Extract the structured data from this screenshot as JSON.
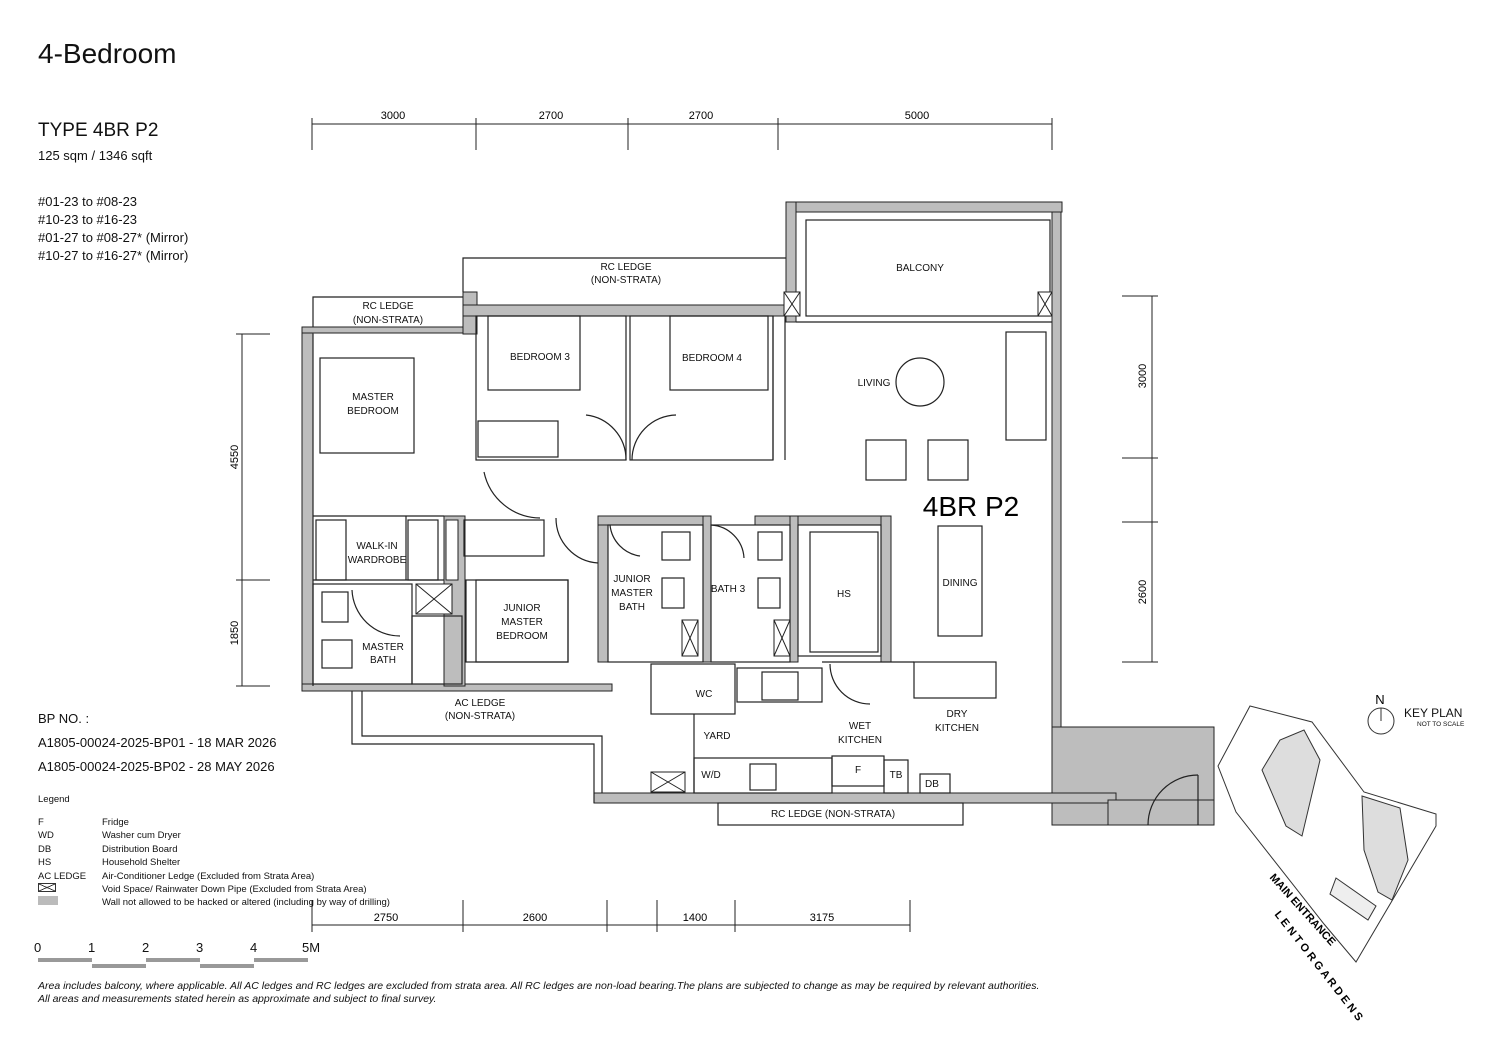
{
  "header": {
    "title": "4-Bedroom",
    "unit_type": "TYPE 4BR P2",
    "area": "125 sqm / 1346 sqft",
    "units": [
      "#01-23 to #08-23",
      "#10-23 to #16-23",
      "#01-27 to #08-27* (Mirror)",
      "#10-27 to #16-27* (Mirror)"
    ]
  },
  "plan": {
    "stamp": "4BR P2",
    "rooms": {
      "balcony": "BALCONY",
      "rc_ledge_top_1": "RC LEDGE",
      "rc_ledge_top_2": "(NON-STRATA)",
      "rc_ledge_left_1": "RC LEDGE",
      "rc_ledge_left_2": "(NON-STRATA)",
      "bedroom3": "BEDROOM 3",
      "bedroom4": "BEDROOM 4",
      "living": "LIVING",
      "master_bedroom_1": "MASTER",
      "master_bedroom_2": "BEDROOM",
      "walkin_1": "WALK-IN",
      "walkin_2": "WARDROBE",
      "junior_master_bedroom_1": "JUNIOR",
      "junior_master_bedroom_2": "MASTER",
      "junior_master_bedroom_3": "BEDROOM",
      "junior_master_bath_1": "JUNIOR",
      "junior_master_bath_2": "MASTER",
      "junior_master_bath_3": "BATH",
      "bath3": "BATH 3",
      "hs": "HS",
      "dining": "DINING",
      "master_bath_1": "MASTER",
      "master_bath_2": "BATH",
      "ac_ledge_1": "AC LEDGE",
      "ac_ledge_2": "(NON-STRATA)",
      "wc": "WC",
      "yard": "YARD",
      "wet_kitchen_1": "WET",
      "wet_kitchen_2": "KITCHEN",
      "dry_kitchen_1": "DRY",
      "dry_kitchen_2": "KITCHEN",
      "wd": "W/D",
      "fridge": "F",
      "tb": "TB",
      "db": "DB",
      "rc_ledge_bottom": "RC LEDGE (NON-STRATA)"
    },
    "dims_top": [
      "3000",
      "2700",
      "2700",
      "5000"
    ],
    "dims_bottom": [
      "2750",
      "2600",
      "1400",
      "3175"
    ],
    "dims_left": [
      "4550",
      "1850"
    ],
    "dims_right": [
      "3000",
      "2600"
    ]
  },
  "bp": {
    "label": "BP NO. :",
    "lines": [
      "A1805-00024-2025-BP01 - 18 MAR 2026",
      "A1805-00024-2025-BP02 - 28 MAY 2026"
    ]
  },
  "legend": {
    "title": "Legend",
    "items": [
      {
        "key": "F",
        "desc": "Fridge"
      },
      {
        "key": "WD",
        "desc": "Washer cum Dryer"
      },
      {
        "key": "DB",
        "desc": "Distribution Board"
      },
      {
        "key": "HS",
        "desc": "Household Shelter"
      },
      {
        "key": "AC LEDGE",
        "desc": "Air-Conditioner Ledge (Excluded from Strata Area)"
      }
    ],
    "void_desc": "Void Space/ Rainwater Down Pipe (Excluded from Strata Area)",
    "wall_desc": "Wall not allowed to be hacked or altered (including by way of drilling)"
  },
  "scale": {
    "labels": [
      "0",
      "1",
      "2",
      "3",
      "4",
      "5M"
    ]
  },
  "keyplan": {
    "north": "N",
    "title": "KEY PLAN",
    "note": "NOT TO SCALE",
    "main_entrance": "MAIN ENTRANCE",
    "road": "L E N T O R   G A R D E N S"
  },
  "footer": {
    "line1": "Area includes balcony, where applicable. All AC ledges and RC ledges are excluded from strata area. All RC ledges are non-load bearing.The plans are subjected to change as may be required by relevant authorities.",
    "line2": "All areas and measurements stated herein as approximate and subject to final survey."
  }
}
